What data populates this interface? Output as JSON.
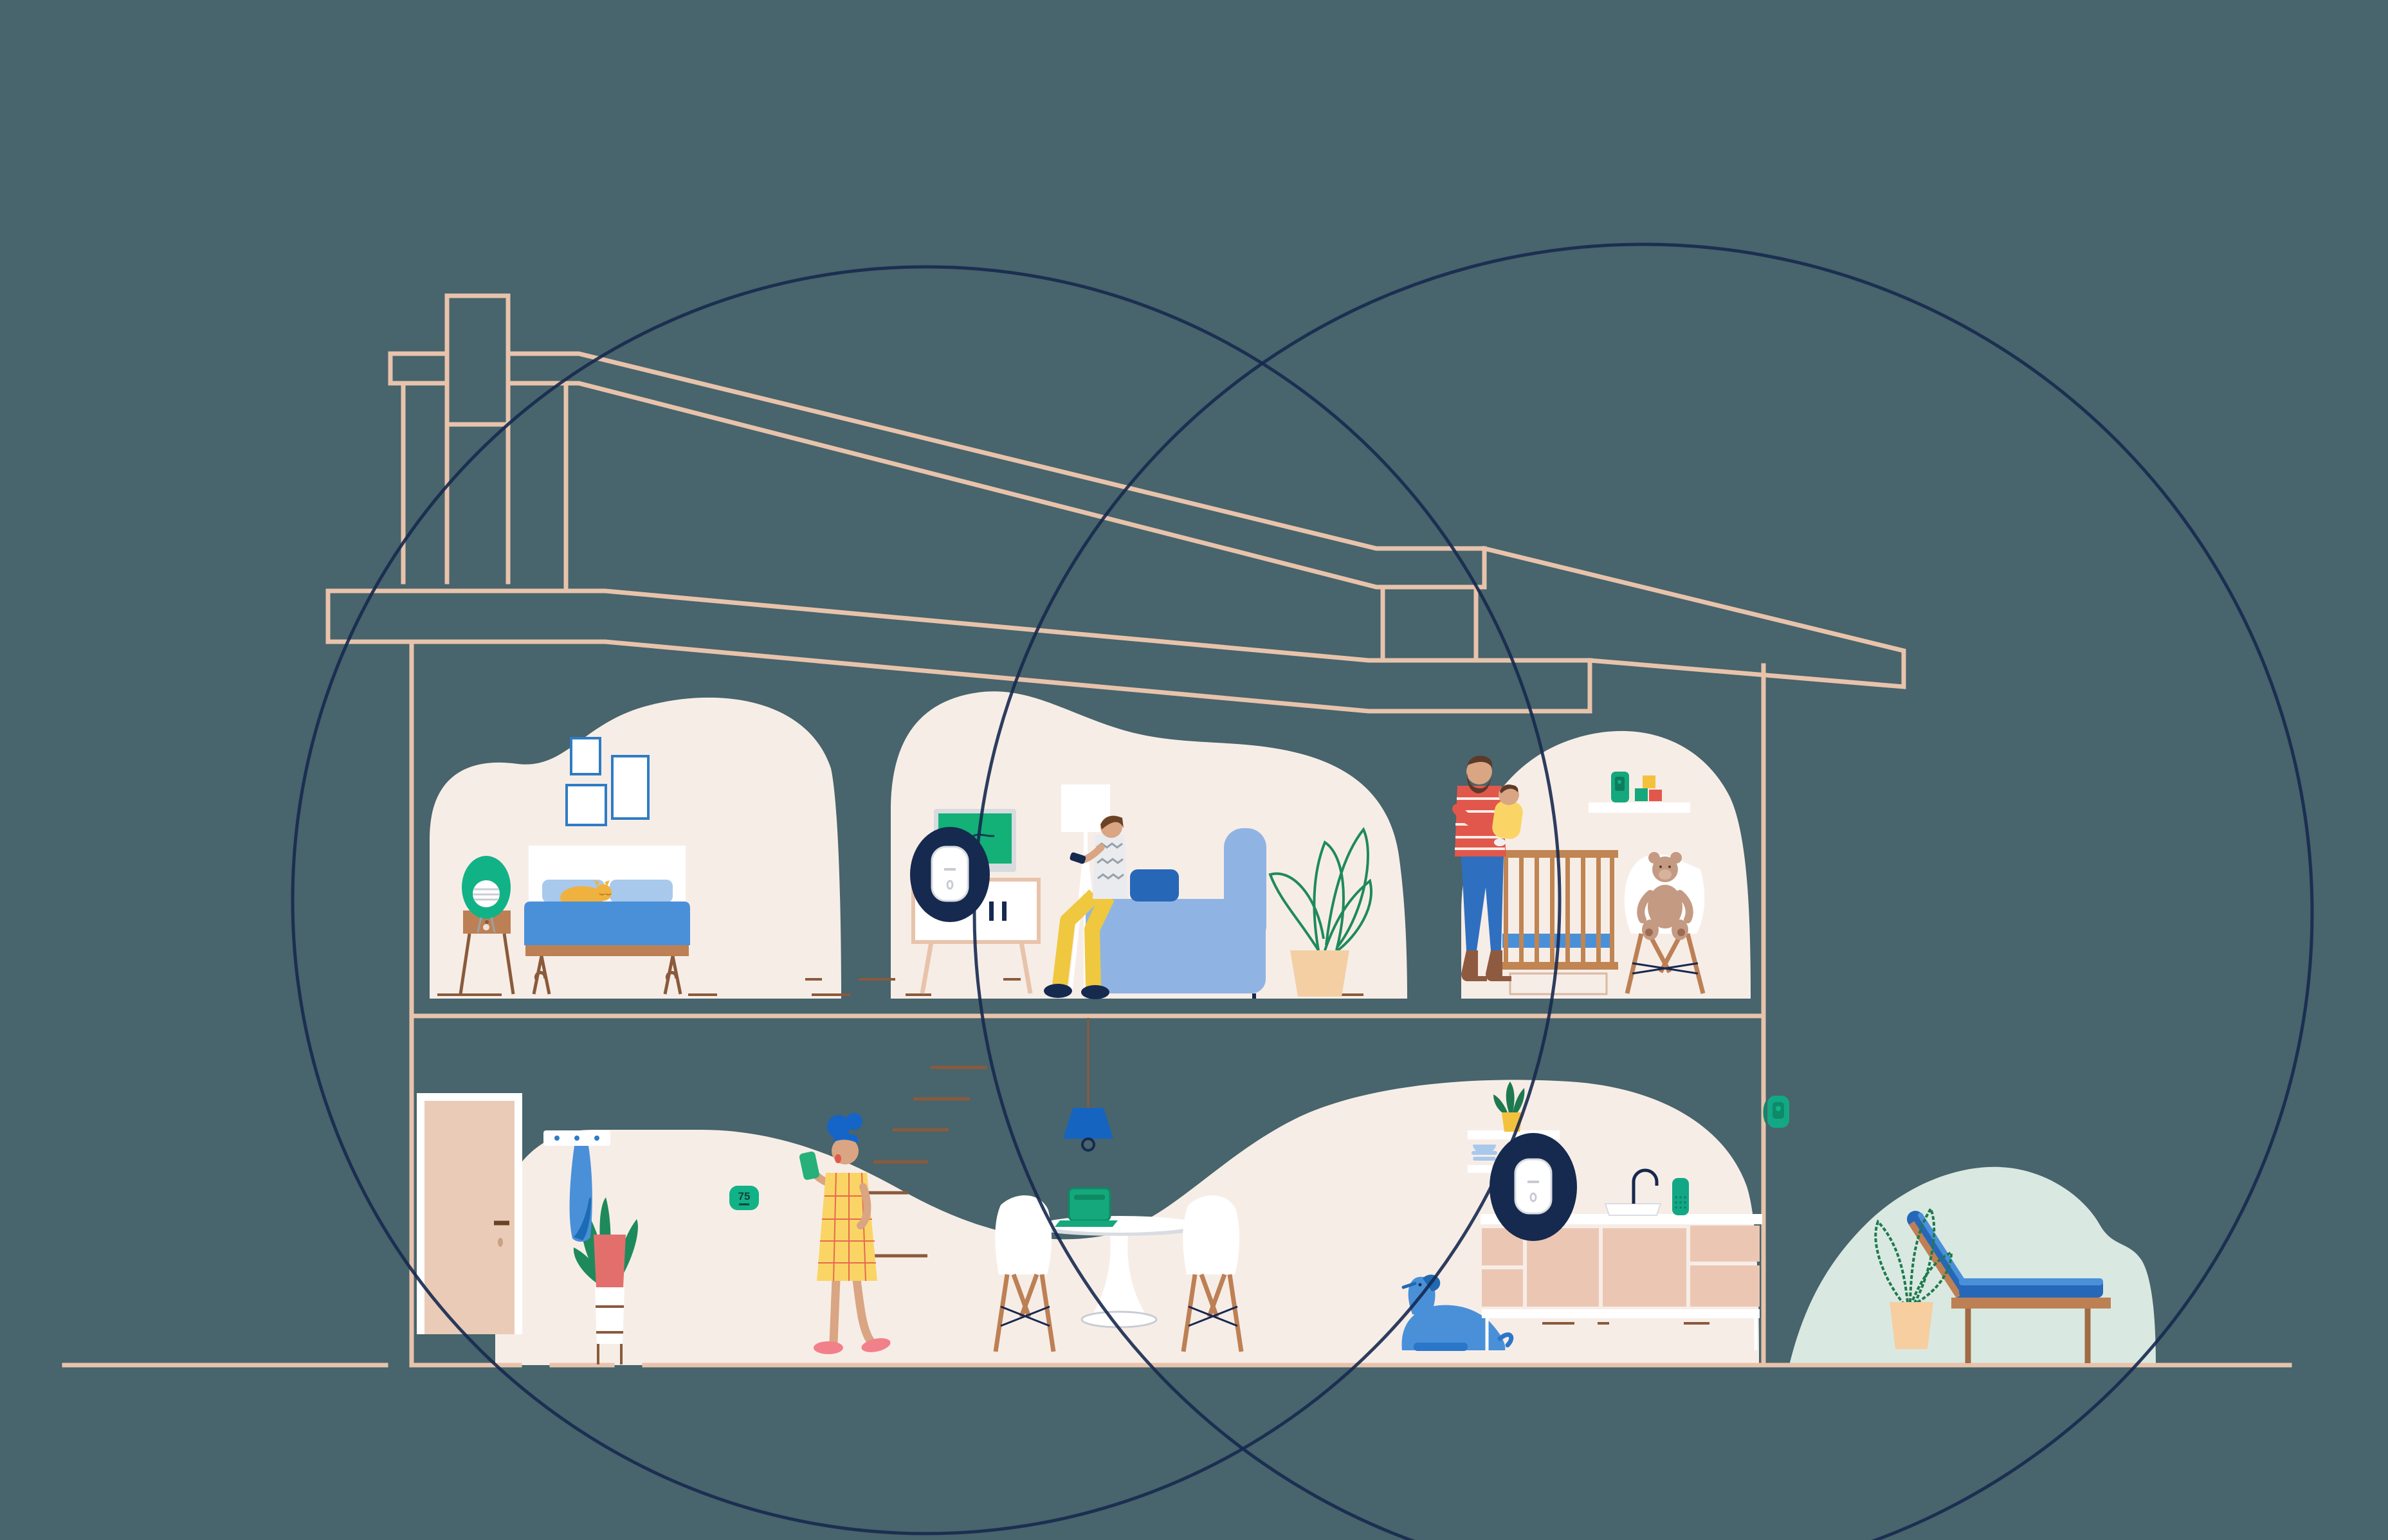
{
  "scene": {
    "description": "Cutaway illustration of a two-storey mid-century house showing whole-home mesh wifi coverage",
    "thermostat_value": "75"
  },
  "colors": {
    "bg": "#48646C",
    "cream": "#F7EDE7",
    "mint": "#D9E9E1",
    "navy": "#16294F",
    "beige": "#E8C3AB",
    "door_beige": "#E9CBB8",
    "wood": "#BD8054",
    "wood_deep": "#8a5a3b",
    "crib_wood": "#C08552",
    "blue": "#4A90D9",
    "blue_deep": "#2767B8",
    "blue_dark": "#1F6AB2",
    "pale_blue": "#A9C9EC",
    "sofa_blue": "#8FB4E4",
    "royal": "#1565C0",
    "green": "#12B287",
    "green_mid": "#14A87C",
    "green_dark": "#1F7A4E",
    "tv_green": "#13B077",
    "yellow": "#FAD565",
    "gold": "#F4C13D",
    "cat_gold": "#F0B23E",
    "pants_yellow": "#EFC83F",
    "red": "#E2574C",
    "terracotta": "#E26F6B",
    "pink": "#F2808A",
    "skin": "#D9A583",
    "hair_brown": "#5B3A29",
    "teddy": "#C49A83",
    "white": "#FFFFFF",
    "gray": "#C9CDD3",
    "denim": "#2F6FBF",
    "boot": "#8F5B40",
    "cabinet": "#EBC7B3",
    "peach_pot": "#F6CEA0"
  },
  "rooms": [
    {
      "name": "bedroom",
      "items": [
        "bed",
        "cat",
        "nightstand",
        "smart-speaker",
        "picture-frames"
      ]
    },
    {
      "name": "living-room",
      "items": [
        "tv",
        "tv-cabinet",
        "mesh-router",
        "floor-lamp",
        "sofa",
        "man-with-remote",
        "plant"
      ]
    },
    {
      "name": "nursery",
      "items": [
        "father-holding-baby",
        "crib",
        "shelf",
        "baby-monitor",
        "toy-blocks",
        "chair",
        "teddy-bear"
      ]
    },
    {
      "name": "ground-floor",
      "items": [
        "front-door",
        "plant-stand",
        "coat-rack",
        "towel",
        "thermostat",
        "woman-with-phone",
        "pendant-lamp",
        "dining-table",
        "laptop",
        "chairs",
        "kitchen-counter",
        "mesh-router",
        "sink",
        "smart-speaker",
        "dog"
      ]
    },
    {
      "name": "outdoor-patio",
      "items": [
        "security-camera",
        "lounge-chair",
        "potted-plant",
        "bush"
      ]
    }
  ],
  "devices": {
    "router_living": "mesh wifi point",
    "router_kitchen": "mesh wifi point",
    "thermostat": "smart thermostat",
    "camera": "outdoor security camera",
    "baby_monitor": "nursery camera"
  }
}
